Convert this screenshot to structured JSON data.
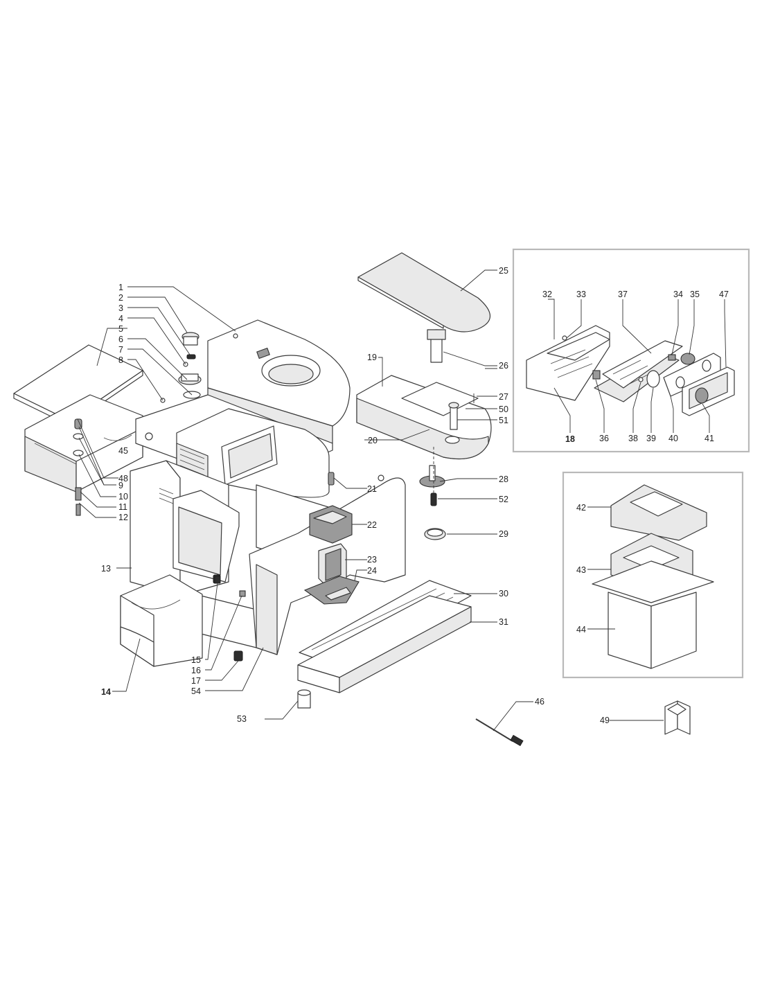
{
  "labels": {
    "n1": "1",
    "n2": "2",
    "n3": "3",
    "n4": "4",
    "n5": "5",
    "n6": "6",
    "n7": "7",
    "n8": "8",
    "n9": "9",
    "n10": "10",
    "n11": "11",
    "n12": "12",
    "n13": "13",
    "n14": "14",
    "n15": "15",
    "n16": "16",
    "n17": "17",
    "n18": "18",
    "n19": "19",
    "n20": "20",
    "n21": "21",
    "n22": "22",
    "n23": "23",
    "n24": "24",
    "n25": "25",
    "n26": "26",
    "n27": "27",
    "n28": "28",
    "n29": "29",
    "n30": "30",
    "n31": "31",
    "n32": "32",
    "n33": "33",
    "n34": "34",
    "n35": "35",
    "n36": "36",
    "n37": "37",
    "n38": "38",
    "n39": "39",
    "n40": "40",
    "n41": "41",
    "n42": "42",
    "n43": "43",
    "n44": "44",
    "n45": "45",
    "n46": "46",
    "n47": "47",
    "n48": "48",
    "n49": "49",
    "n50": "50",
    "n51": "51",
    "n52": "52",
    "n53": "53",
    "n54": "54"
  },
  "colors": {
    "line": "#3a3a3a",
    "shade": "#e9e9e9",
    "frame": "#b9b9b9"
  }
}
